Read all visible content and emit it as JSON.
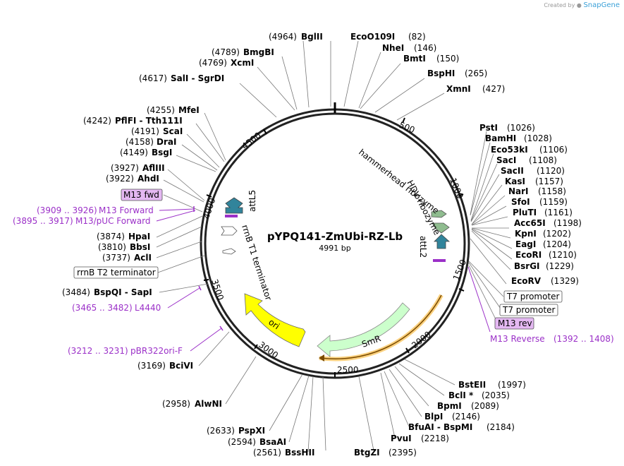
{
  "credit": {
    "prefix": "Created by",
    "brand": "SnapGene"
  },
  "plasmid": {
    "name": "pYPQ141-ZmUbi-RZ-Lb",
    "length": "4991 bp"
  },
  "ruler": [
    "500",
    "1000",
    "1500",
    "2000",
    "2500",
    "3000",
    "3500",
    "4000",
    "4500"
  ],
  "sites": [
    {
      "name": "BglII",
      "pos": "(4964)"
    },
    {
      "name": "EcoO109I",
      "pos": "(82)"
    },
    {
      "name": "NheI",
      "pos": "(146)"
    },
    {
      "name": "BmtI",
      "pos": "(150)"
    },
    {
      "name": "BspHI",
      "pos": "(265)"
    },
    {
      "name": "XmnI",
      "pos": "(427)"
    },
    {
      "name": "BmgBI",
      "pos": "(4789)"
    },
    {
      "name": "XcmI",
      "pos": "(4769)"
    },
    {
      "name": "SalI - SgrDI",
      "pos": "(4617)"
    },
    {
      "name": "MfeI",
      "pos": "(4255)"
    },
    {
      "name": "PflFI - Tth111I",
      "pos": "(4242)"
    },
    {
      "name": "ScaI",
      "pos": "(4191)"
    },
    {
      "name": "DraI",
      "pos": "(4158)"
    },
    {
      "name": "BsgI",
      "pos": "(4149)"
    },
    {
      "name": "AflIII",
      "pos": "(3927)"
    },
    {
      "name": "AhdI",
      "pos": "(3922)"
    },
    {
      "name": "HpaI",
      "pos": "(3874)"
    },
    {
      "name": "BbsI",
      "pos": "(3810)"
    },
    {
      "name": "AclI",
      "pos": "(3737)"
    },
    {
      "name": "BspQI - SapI",
      "pos": "(3484)"
    },
    {
      "name": "BciVI",
      "pos": "(3169)"
    },
    {
      "name": "AlwNI",
      "pos": "(2958)"
    },
    {
      "name": "PspXI",
      "pos": "(2633)"
    },
    {
      "name": "BsaAI",
      "pos": "(2594)"
    },
    {
      "name": "BssHII",
      "pos": "(2561)"
    },
    {
      "name": "BtgZI",
      "pos": "(2395)"
    },
    {
      "name": "PstI",
      "pos": "(1026)"
    },
    {
      "name": "BamHI",
      "pos": "(1028)"
    },
    {
      "name": "Eco53kI",
      "pos": "(1106)"
    },
    {
      "name": "SacI",
      "pos": "(1108)"
    },
    {
      "name": "SacII",
      "pos": "(1120)"
    },
    {
      "name": "KasI",
      "pos": "(1157)"
    },
    {
      "name": "NarI",
      "pos": "(1158)"
    },
    {
      "name": "SfoI",
      "pos": "(1159)"
    },
    {
      "name": "PluTI",
      "pos": "(1161)"
    },
    {
      "name": "Acc65I",
      "pos": "(1198)"
    },
    {
      "name": "KpnI",
      "pos": "(1202)"
    },
    {
      "name": "EagI",
      "pos": "(1204)"
    },
    {
      "name": "EcoRI",
      "pos": "(1210)"
    },
    {
      "name": "BsrGI",
      "pos": "(1229)"
    },
    {
      "name": "EcoRV",
      "pos": "(1329)"
    },
    {
      "name": "BstEII",
      "pos": "(1997)"
    },
    {
      "name": "BclI *",
      "pos": "(2035)"
    },
    {
      "name": "BpmI",
      "pos": "(2089)"
    },
    {
      "name": "BlpI",
      "pos": "(2146)"
    },
    {
      "name": "BfuAI - BspMI",
      "pos": "(2184)"
    },
    {
      "name": "PvuI",
      "pos": "(2218)"
    }
  ],
  "primers": [
    {
      "name": "M13 Forward",
      "pos": "(3909 .. 3926)"
    },
    {
      "name": "M13/pUC Forward",
      "pos": "(3895 .. 3917)"
    },
    {
      "name": "L4440",
      "pos": "(3465 .. 3482)"
    },
    {
      "name": "pBR322ori-F",
      "pos": "(3212 .. 3231)"
    },
    {
      "name": "M13 Reverse",
      "pos": "(1392 .. 1408)"
    }
  ],
  "boxes": {
    "m13_fwd": "M13 fwd",
    "rrnb_t2": "rrnB T2 terminator",
    "t7_1": "T7 promoter",
    "t7_2": "T7 promoter",
    "m13_rev": "M13 rev"
  },
  "features": {
    "hammerhead": "hammerhead ribozyme",
    "hdv": "HDV ribozyme",
    "attl2": "attL2",
    "attl5": "attL5",
    "rrnb_t1": "rrnB T1 terminator",
    "ori": "ori",
    "smr": "SmR"
  },
  "colors": {
    "ori": "#ffff00",
    "smr": "#ccffcc",
    "att": "#31849b",
    "ribozyme": "#8fbc8f",
    "primer": "#9b30c8",
    "orange": "#f5a300"
  }
}
